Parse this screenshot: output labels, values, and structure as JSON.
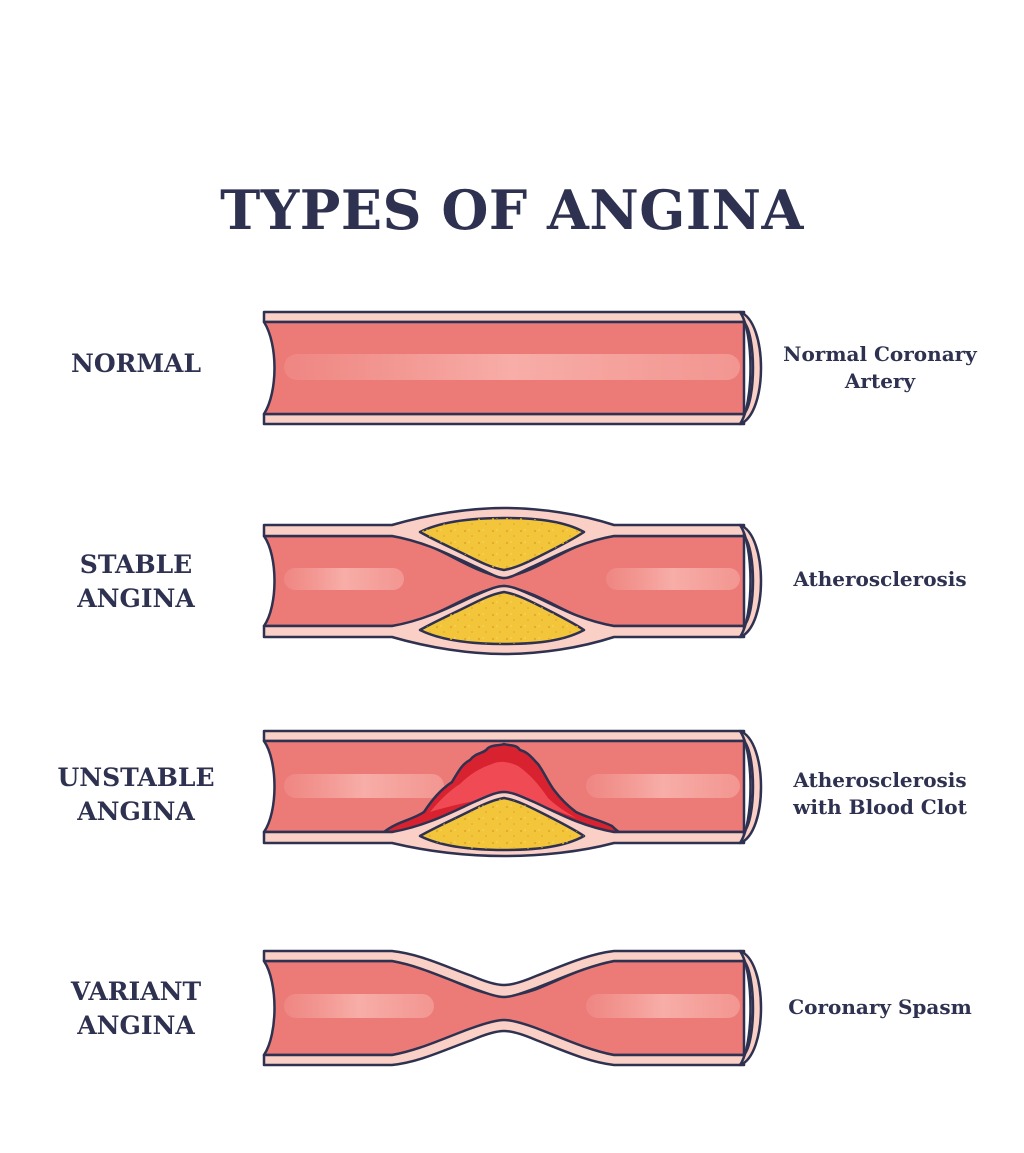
{
  "title": "TYPES OF ANGINA",
  "rows": [
    {
      "label_lines": [
        "NORMAL"
      ],
      "description_lines": [
        "Normal Coronary",
        "Artery"
      ]
    },
    {
      "label_lines": [
        "STABLE",
        "ANGINA"
      ],
      "description_lines": [
        "Atherosclerosis"
      ]
    },
    {
      "label_lines": [
        "UNSTABLE",
        "ANGINA"
      ],
      "description_lines": [
        "Atherosclerosis",
        "with Blood Clot"
      ]
    },
    {
      "label_lines": [
        "VARIANT",
        "ANGINA"
      ],
      "description_lines": [
        "Coronary Spasm"
      ]
    }
  ],
  "colors": {
    "text": "#2e3150",
    "outline": "#2e3150",
    "vessel_wall": "#f9cfc6",
    "lumen": "#ec7b78",
    "lumen_highlight": "#f7a8a2",
    "plaque": "#f3c53a",
    "plaque_dots": "#e4a92a",
    "clot": "#d8222f",
    "clot_highlight": "#f04a55"
  }
}
